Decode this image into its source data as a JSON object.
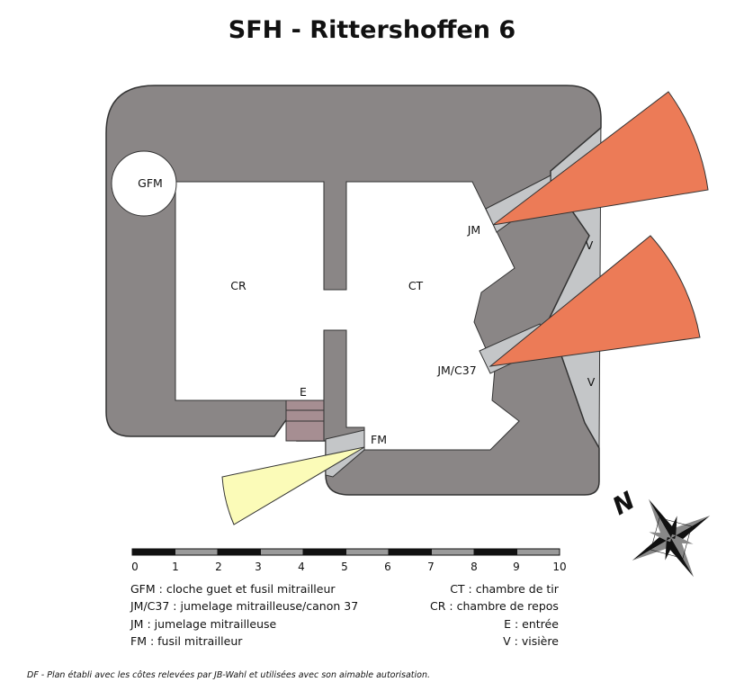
{
  "title": "SFH  -  Rittershoffen 6",
  "rooms": {
    "gfm": "GFM",
    "cr": "CR",
    "ct": "CT",
    "jm": "JM",
    "jmc37": "JM/C37",
    "e": "E",
    "fm": "FM",
    "v1": "V",
    "v2": "V"
  },
  "north": "N",
  "scale": {
    "ticks": [
      "0",
      "1",
      "2",
      "3",
      "4",
      "5",
      "6",
      "7",
      "8",
      "9",
      "10"
    ]
  },
  "legend_left": [
    "GFM : cloche guet et fusil mitrailleur",
    "JM/C37 : jumelage mitrailleuse/canon 37",
    "JM : jumelage mitrailleuse",
    "FM : fusil mitrailleur"
  ],
  "legend_right": [
    "CT : chambre de tir",
    "CR : chambre de repos",
    "E : entrée",
    "V : visière"
  ],
  "credit": "DF - Plan établi avec les côtes relevées par JB-Wahl et utilisées avec son aimable autorisation.",
  "colors": {
    "concrete": "#8a8686",
    "visor": "#c4c6c8",
    "fire_sector": "#ec7b57",
    "fm_sector": "#fbfbb8",
    "entrance": "#a68e92",
    "scale_dark": "#111111",
    "scale_light": "#9a9a9a"
  }
}
